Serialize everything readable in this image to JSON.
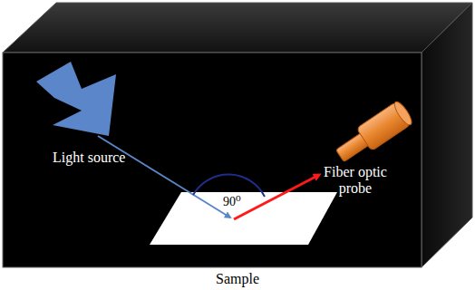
{
  "diagram": {
    "labels": [
      "Light source",
      "90⁰",
      "Fiber optic probe",
      "Sample"
    ]
  }
}
